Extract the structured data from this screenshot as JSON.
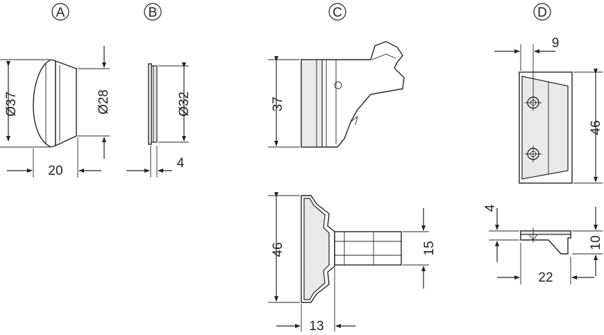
{
  "labels": {
    "a": "A",
    "b": "B",
    "c": "C",
    "d": "D"
  },
  "dims": {
    "a_dia37": "Ø37",
    "a_dia28": "Ø28",
    "a_len20": "20",
    "b_dia32": "Ø32",
    "b_thk4": "4",
    "c_h37": "37",
    "c_h46": "46",
    "c_h15": "15",
    "c_w13": "13",
    "d_w9": "9",
    "d_h46": "46",
    "d_h4": "4",
    "d_h10": "10",
    "d_w22": "22"
  }
}
